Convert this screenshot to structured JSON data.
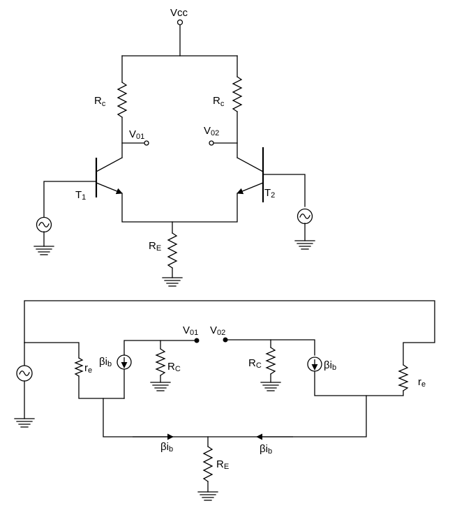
{
  "supply": {
    "vcc": "Vcc"
  },
  "top": {
    "rc_left": {
      "main": "R",
      "sub": "c"
    },
    "rc_right": {
      "main": "R",
      "sub": "c"
    },
    "vo1": {
      "main": "V",
      "sub": "01"
    },
    "vo2": {
      "main": "V",
      "sub": "02"
    },
    "t1": {
      "main": "T",
      "sub": "1"
    },
    "t2": {
      "main": "T",
      "sub": "2"
    },
    "re": {
      "main": "R",
      "sub": "E"
    }
  },
  "bottom": {
    "vo1": {
      "main": "V",
      "sub": "01"
    },
    "vo2": {
      "main": "V",
      "sub": "02"
    },
    "re_left": {
      "main": "r",
      "sub": "e"
    },
    "re_right": {
      "main": "r",
      "sub": "e"
    },
    "src_left": {
      "main": "βi",
      "sub": "b"
    },
    "src_right": {
      "main": "βi",
      "sub": "b"
    },
    "rc_left": {
      "main": "R",
      "sub": "C"
    },
    "rc_right": {
      "main": "R",
      "sub": "C"
    },
    "cur_left": {
      "main": "βi",
      "sub": "b"
    },
    "cur_right": {
      "main": "βi",
      "sub": "b"
    },
    "re_tail": {
      "main": "R",
      "sub": "E"
    }
  }
}
